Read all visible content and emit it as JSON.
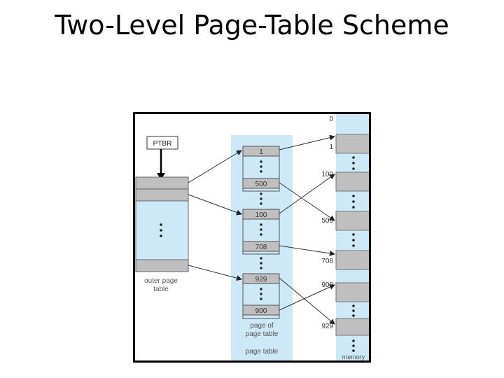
{
  "title": "Two-Level Page-Table Scheme",
  "diagram": {
    "ptbr_label": "PTBR",
    "outer_table_caption": [
      "outer page",
      "table"
    ],
    "page_of_page_table_caption": [
      "page of",
      "page table"
    ],
    "page_table_caption": "page table",
    "memory_caption": "memory",
    "page_table_entries": [
      "1",
      "500",
      "100",
      "708",
      "929",
      "900"
    ],
    "memory_addresses": [
      "0",
      "1",
      "100",
      "500",
      "708",
      "900",
      "929"
    ],
    "colors": {
      "table_fill": "#cde8f7",
      "row_fill": "#bfbfbf",
      "line": "#333333",
      "label": "#555555"
    }
  }
}
